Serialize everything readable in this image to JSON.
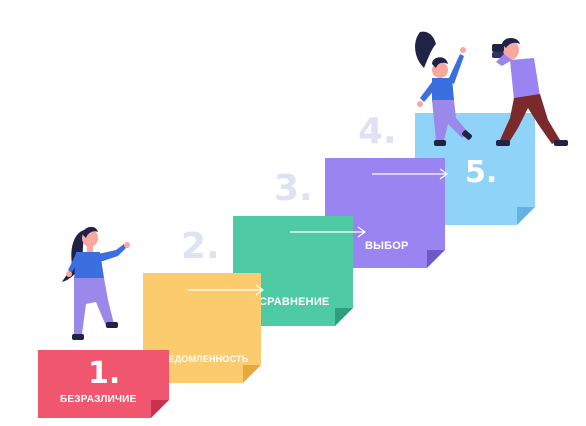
{
  "steps": [
    {
      "number": "1.",
      "label": "БЕЗРАЗЛИЧИЕ",
      "color": "#f0566e",
      "fold": "#c8324e"
    },
    {
      "number": "2.",
      "label": "ОСВЕДОМЛЕННОСТЬ",
      "color": "#fccb6e",
      "fold": "#e7a93e"
    },
    {
      "number": "3.",
      "label": "СРАВНЕНИЕ",
      "color": "#4ecba5",
      "fold": "#2e9e7d"
    },
    {
      "number": "4.",
      "label": "ВЫБОР",
      "color": "#9a84f2",
      "fold": "#6f59c9"
    },
    {
      "number": "5.",
      "label": "",
      "color": "#8fd3f8",
      "fold": "#62b3e2"
    }
  ],
  "ghost_number_color": "#dfe1f5",
  "figures": [
    {
      "name": "person-walking",
      "shirt": "#3b6fe0",
      "pants": "#9a88ea",
      "hair": "#1f2346",
      "skin": "#f7a8a0"
    },
    {
      "name": "person-jumping",
      "shirt": "#3b6fe0",
      "pants": "#9a88ea",
      "hair": "#1f2346",
      "skin": "#f7a8a0"
    },
    {
      "name": "person-with-binoculars",
      "shirt": "#9a84f2",
      "pants": "#7a2a2a",
      "hair": "#1f2346",
      "skin": "#f7a8a0"
    }
  ]
}
